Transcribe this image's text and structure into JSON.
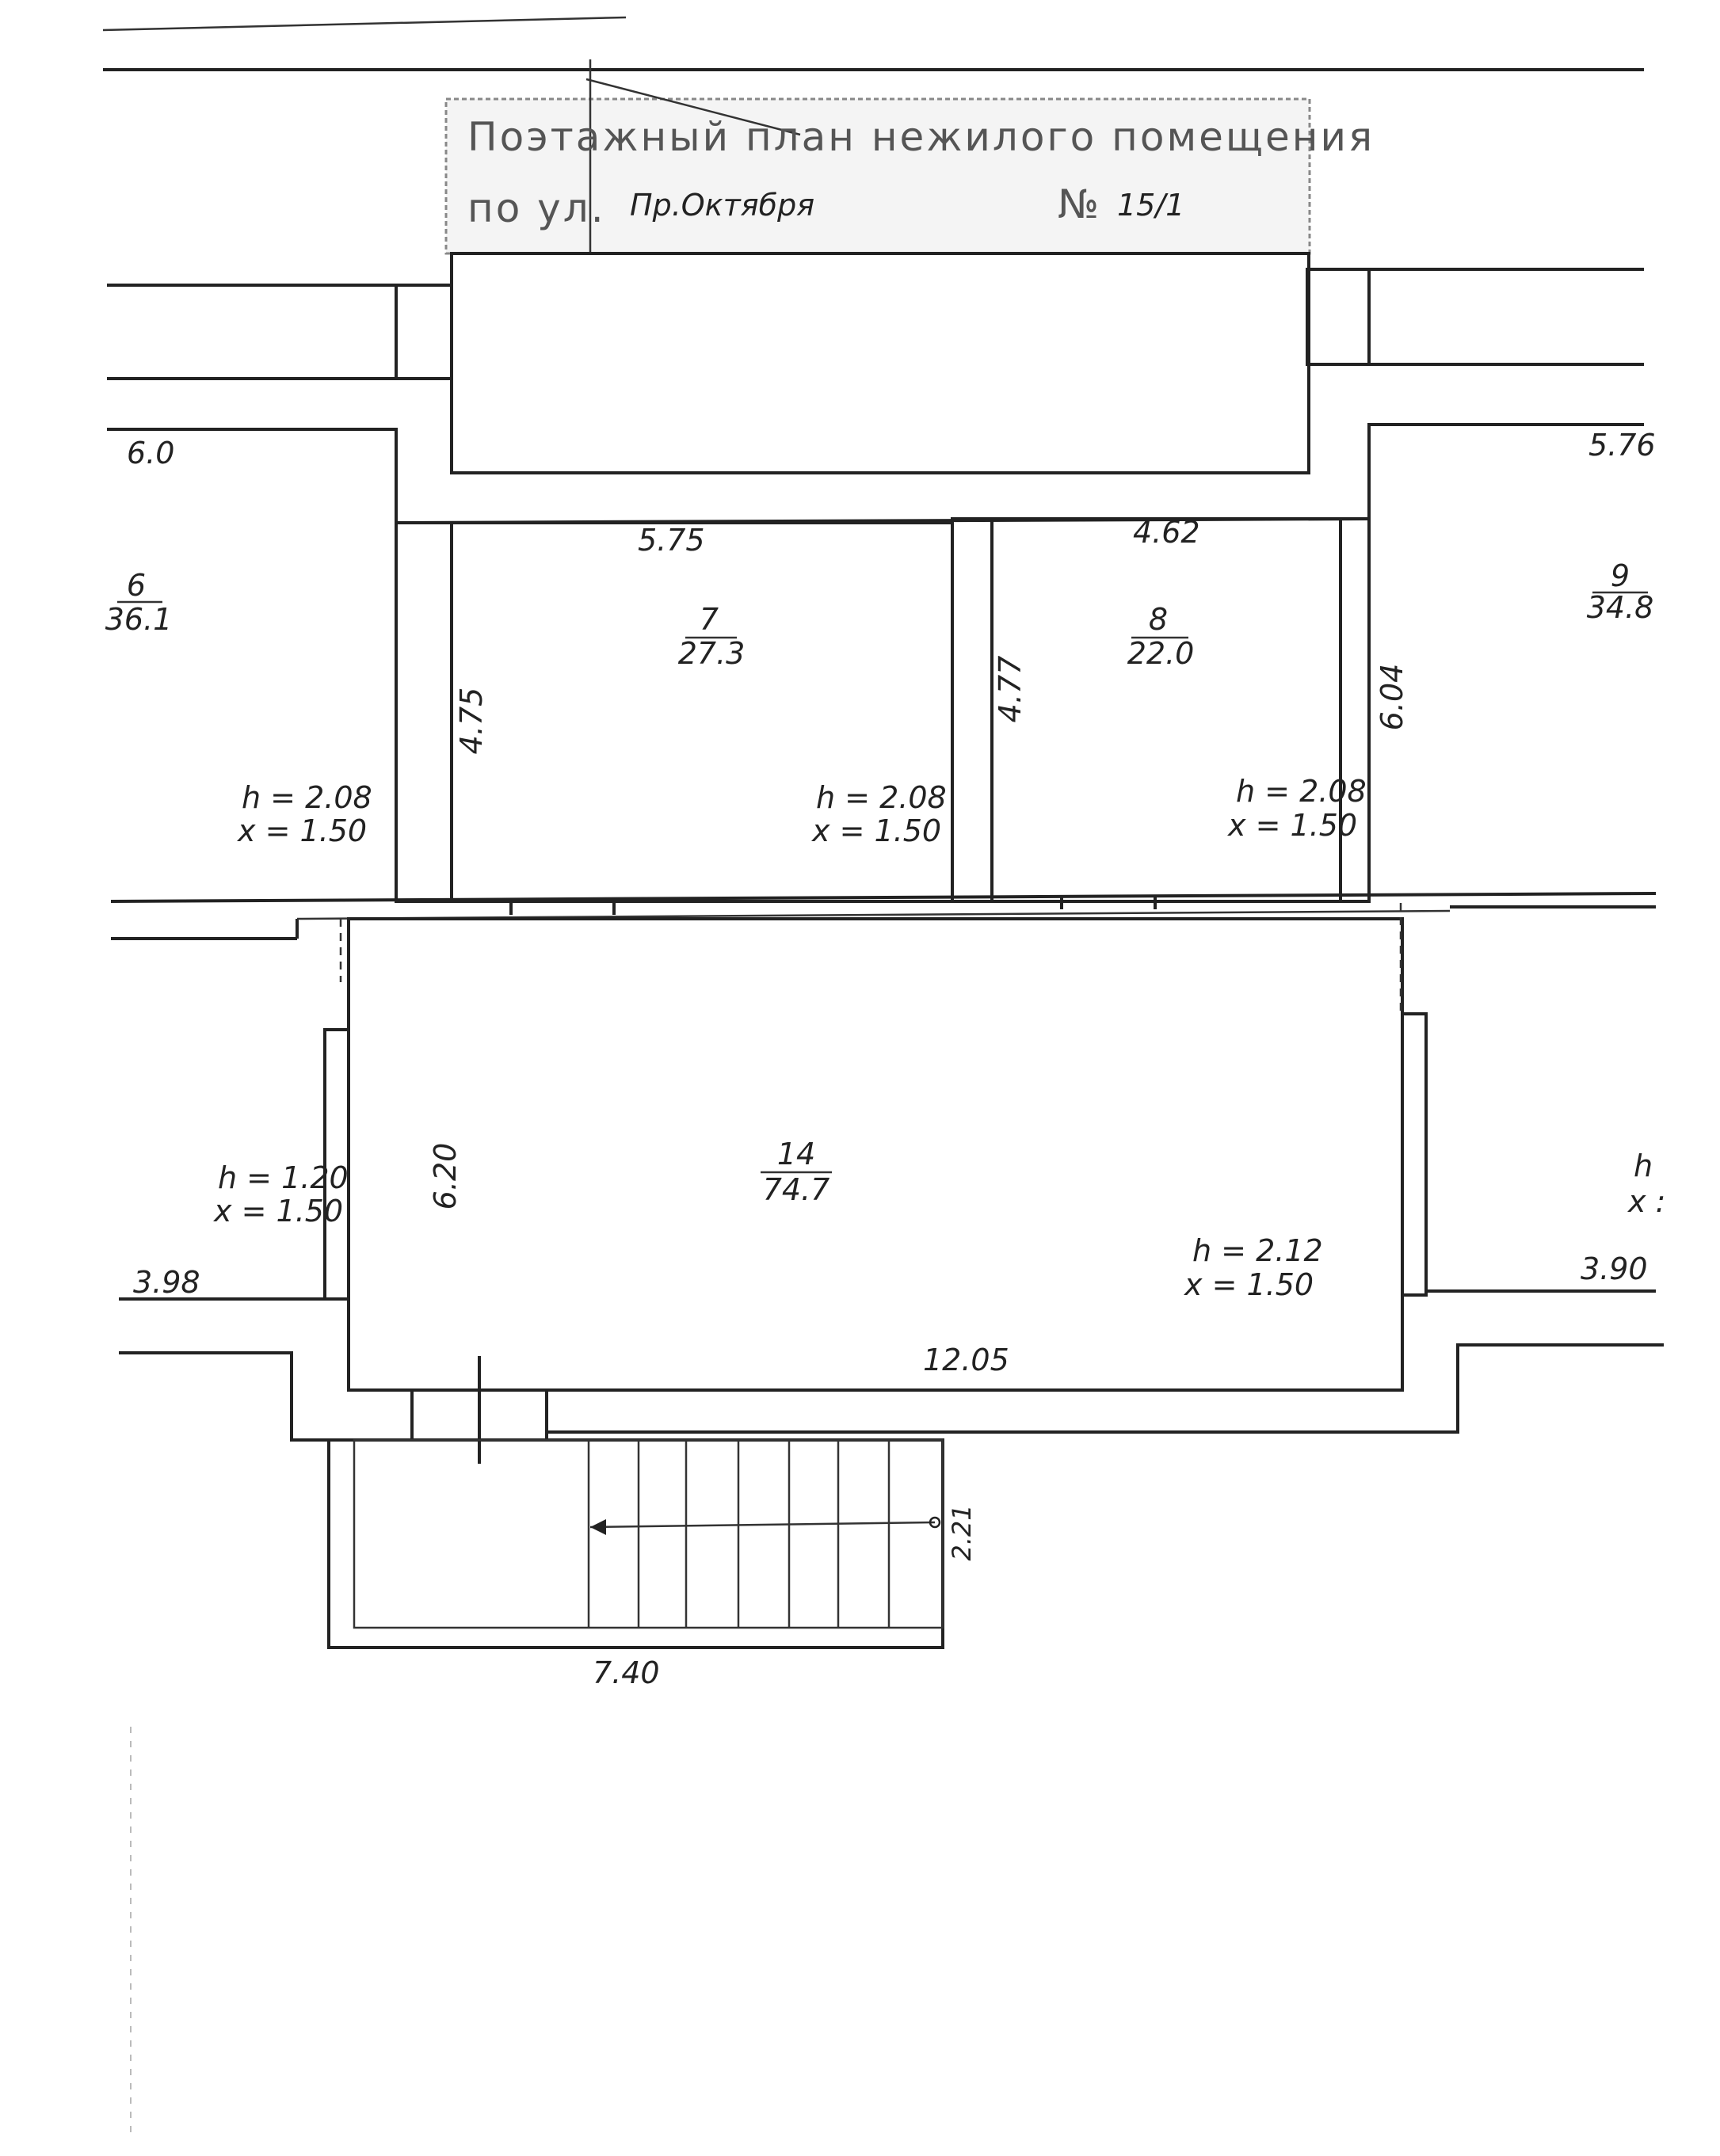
{
  "stamp": {
    "line1": "Поэтажный план нежилого помещения",
    "street_prefix": "по ул.",
    "street_value": "Пр.Октября",
    "number_prefix": "№",
    "number_value": "15/1"
  },
  "rooms": [
    {
      "id": "room-6",
      "number": "6",
      "area": "36.1",
      "h": "h = 2.08",
      "x": "x = 1.50"
    },
    {
      "id": "room-7",
      "number": "7",
      "area": "27.3",
      "h": "h = 2.08",
      "x": "x = 1.50"
    },
    {
      "id": "room-8",
      "number": "8",
      "area": "22.0",
      "h": "h = 2.08",
      "x": "x = 1.50"
    },
    {
      "id": "room-9",
      "number": "9",
      "area": "34.8"
    },
    {
      "id": "room-14",
      "number": "14",
      "area": "74.7",
      "h": "h = 2.12",
      "x": "x = 1.50"
    }
  ],
  "left_room_lower": {
    "h": "h = 1.20",
    "x": "x = 1.50"
  },
  "right_room_lower": {
    "h": "h",
    "x": "x :"
  },
  "dimensions": {
    "room6_width": "6.0",
    "room7_width": "5.75",
    "room8_width": "4.62",
    "room9_width": "5.76",
    "room7_depth": "4.75",
    "room8_depth": "4.77",
    "room9_depth": "6.04",
    "room14_depth": "6.20",
    "room14_width": "12.05",
    "left_lower_width": "3.98",
    "right_lower_width": "3.90",
    "stair_width": "7.40",
    "stair_depth": "2.21"
  }
}
